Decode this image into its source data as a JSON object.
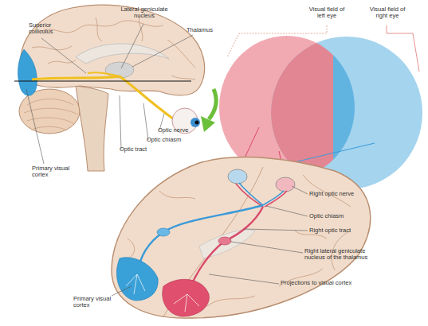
{
  "diagram": {
    "labels": [
      "Superior colliculus",
      "Lateral geniculate nucleus",
      "Thalamus",
      "Primary visual cortex",
      "Optic nerve",
      "Optic chiasm",
      "Optic tract",
      "Visual field of left eye",
      "Visual field of right eye",
      "Right optic nerve",
      "Optic chiasm",
      "Right optic tract",
      "Right lateral geniculate nucleus of the thalamus",
      "Projections to visual cortex",
      "Primary visual cortex"
    ]
  }
}
